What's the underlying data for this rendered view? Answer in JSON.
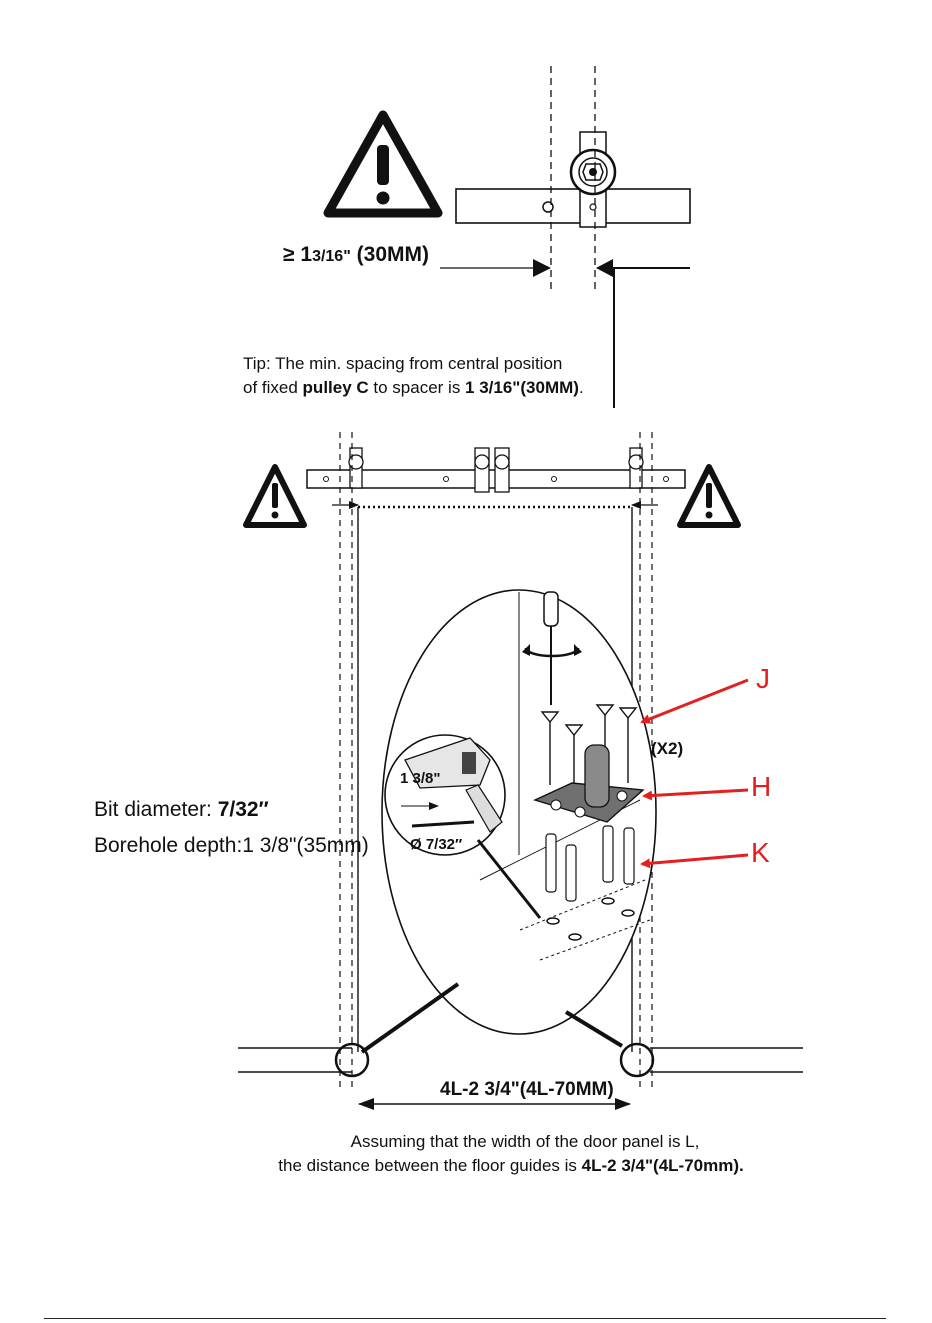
{
  "top": {
    "spacing_prefix": "≥",
    "spacing_value": "1",
    "spacing_frac": "3/16\"",
    "spacing_metric": "(30MM)",
    "tip_line1": "Tip: The min. spacing from central position",
    "tip_line2_prefix": "of fixed ",
    "tip_line2_bold": "pulley C",
    "tip_line2_mid": " to spacer is ",
    "tip_line2_value": "1 3/16\"(30MM)",
    "tip_line2_end": "."
  },
  "detail": {
    "drill_depth": "1 3/8\"",
    "drill_diameter": "Ø 7/32″",
    "quantity": "(X2)",
    "part_j": "J",
    "part_h": "H",
    "part_k": "K"
  },
  "side": {
    "bit_label": "Bit diameter: ",
    "bit_value": "7/32″",
    "depth_label": "Borehole depth:",
    "depth_value": "1 3/8\"(35mm)"
  },
  "bottom": {
    "guide_distance": "4L-2 3/4\"(4L-70MM)",
    "note_line1": "Assuming that the width of the door panel is L,",
    "note_line2_prefix": "the distance between the floor guides is ",
    "note_line2_bold": "4L-2 3/4\"(4L-70mm)."
  },
  "colors": {
    "ink": "#111111",
    "arrow_red": "#e41f1f"
  }
}
